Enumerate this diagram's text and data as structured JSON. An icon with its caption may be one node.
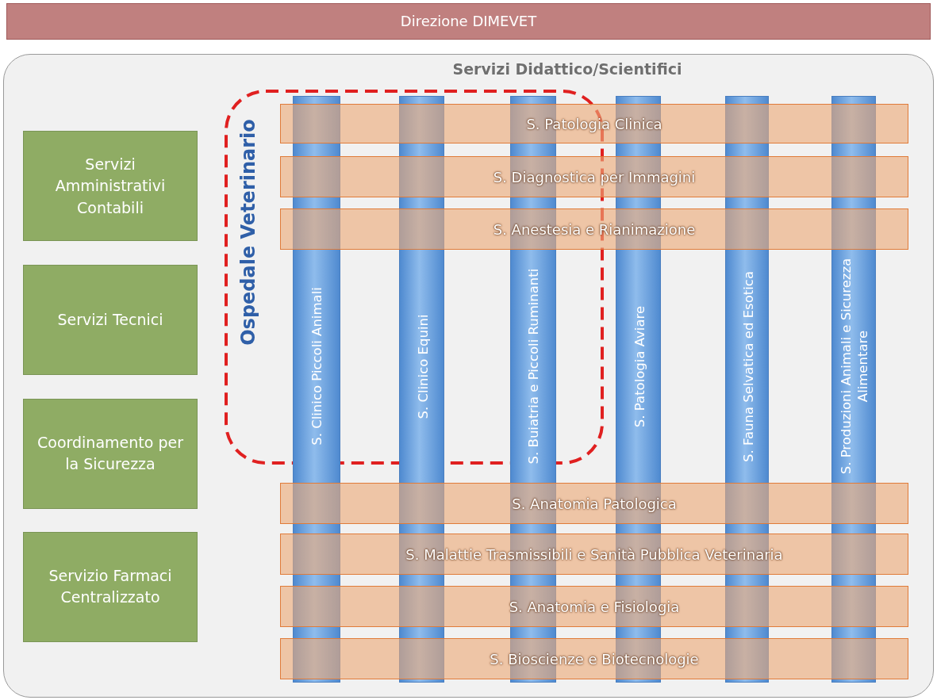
{
  "diagram": {
    "nodes": [
      {
        "text": [
          "Direzione DIMEVET"
        ]
      },
      {
        "text": [
          "Servizi Didattico/Scientifici"
        ]
      },
      {
        "text": [
          "Servizi Amministrativi Contabili"
        ],
        "in": 1
      },
      {
        "text": [
          "Servizi Tecnici"
        ],
        "in": 1
      },
      {
        "text": [
          "Coordinamento per la Sicurezza"
        ],
        "in": 1
      },
      {
        "text": [
          "Servizio Farmaci Centralizzato"
        ],
        "in": 1
      },
      {
        "text": [
          "Ospedale Veterinario"
        ],
        "in": 1
      },
      {
        "text": [
          "S. Clinico Piccoli Animali"
        ],
        "in": 1
      },
      {
        "text": [
          "S. Clinico Equini"
        ],
        "in": 1
      },
      {
        "text": [
          "S. Buiatria e Piccoli Ruminanti"
        ],
        "in": 1
      },
      {
        "text": [
          "S. Patologia Aviare"
        ],
        "in": 1
      },
      {
        "text": [
          "S. Fauna Selvatica ed Esotica"
        ],
        "in": 1
      },
      {
        "text": [
          "S. Produzioni Animali e Sicurezza Alimentare"
        ],
        "in": 1
      },
      {
        "text": [
          "S. Patologia Clinica"
        ],
        "in": 1
      },
      {
        "text": [
          "S. Diagnostica per Immagini"
        ],
        "in": 1
      },
      {
        "text": [
          "S. Anestesia e Rianimazione"
        ],
        "in": 1
      },
      {
        "text": [
          "S. Anatomia Patologica"
        ],
        "in": 1
      },
      {
        "text": [
          "S. Malattie Trasmissibili e Sanità Pubblica Veterinaria"
        ],
        "in": 1
      },
      {
        "text": [
          "S. Anatomia e Fisiologia"
        ],
        "in": 1
      },
      {
        "text": [
          "S. Bioscienze e Biotecnologie"
        ],
        "in": 1
      }
    ]
  }
}
